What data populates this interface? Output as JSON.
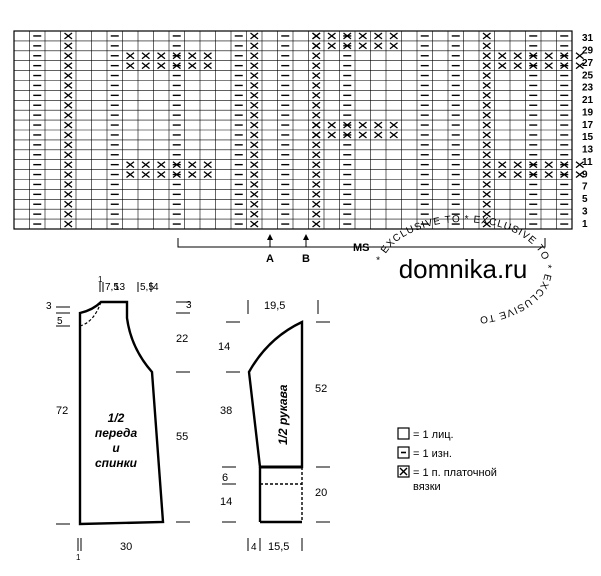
{
  "chart": {
    "cols": 36,
    "rows": 20,
    "purl_cols": [
      1,
      6,
      10,
      14,
      17,
      21,
      26,
      28,
      33,
      35
    ],
    "garter_cols": [
      3,
      15,
      19,
      30
    ],
    "garter_blocks": [
      {
        "c0": 7,
        "c1": 13,
        "rows": [
          2,
          3,
          13,
          14
        ]
      },
      {
        "c0": 19,
        "c1": 25,
        "rows": [
          0,
          1,
          9,
          10
        ]
      },
      {
        "c0": 31,
        "c1": 37,
        "rows": [
          2,
          3,
          13,
          14
        ]
      }
    ],
    "row_labels": [
      "31",
      "29",
      "27",
      "25",
      "23",
      "21",
      "19",
      "17",
      "15",
      "13",
      "11",
      "9",
      "7",
      "5",
      "3",
      "1"
    ],
    "ms_label": "MS",
    "marker_a": "A",
    "marker_b": "B"
  },
  "watermark": {
    "site": "domnika.ru",
    "ring_text": "* EXCLUSIVE TO * EXCLUSIVE TO * EXCLUSIVE TO "
  },
  "front": {
    "title_lines": [
      "1/2",
      "переда",
      "и",
      "спинки"
    ],
    "top_dims": [
      "1",
      "7,5",
      "13",
      "5,5",
      "4"
    ],
    "dim_3_left": "3",
    "dim_5": "5",
    "dim_3_right": "3",
    "dim_22": "22",
    "dim_72": "72",
    "dim_55": "55",
    "dim_30": "30",
    "dim_1_bottom": "1"
  },
  "sleeve": {
    "title": "1/2 рукава",
    "dim_top": "19,5",
    "dim_14_top": "14",
    "dim_52": "52",
    "dim_38": "38",
    "dim_6": "6",
    "dim_14_bottom": "14",
    "dim_20": "20",
    "dim_4": "4",
    "dim_15_5": "15,5"
  },
  "legend": {
    "items": [
      {
        "symbol": "blank",
        "text": "= 1 лиц."
      },
      {
        "symbol": "dash",
        "text": "= 1 изн."
      },
      {
        "symbol": "x",
        "text": "= 1 п. платочной"
      }
    ],
    "x_line2": "вязки"
  }
}
